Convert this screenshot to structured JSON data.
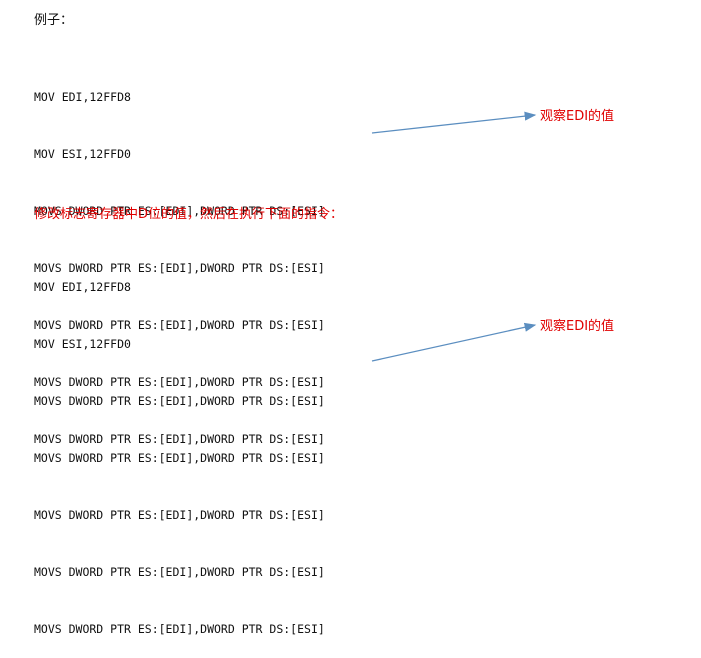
{
  "heading": "例子：",
  "block1": {
    "lines": [
      "MOV EDI,12FFD8",
      "MOV ESI,12FFD0",
      "MOVS DWORD PTR ES:[EDI],DWORD PTR DS:[ESI]",
      "MOVS DWORD PTR ES:[EDI],DWORD PTR DS:[ESI]",
      "MOVS DWORD PTR ES:[EDI],DWORD PTR DS:[ESI]",
      "MOVS DWORD PTR ES:[EDI],DWORD PTR DS:[ESI]",
      "MOVS DWORD PTR ES:[EDI],DWORD PTR DS:[ESI]"
    ],
    "annotation": "观察EDI的值"
  },
  "instruction": "修改标志寄存器中D位的值，然后在执行下面的指令：",
  "block2": {
    "lines": [
      "MOV EDI,12FFD8",
      "MOV ESI,12FFD0",
      "MOVS DWORD PTR ES:[EDI],DWORD PTR DS:[ESI]",
      "MOVS DWORD PTR ES:[EDI],DWORD PTR DS:[ESI]",
      "MOVS DWORD PTR ES:[EDI],DWORD PTR DS:[ESI]",
      "MOVS DWORD PTR ES:[EDI],DWORD PTR DS:[ESI]",
      "MOVS DWORD PTR ES:[EDI],DWORD PTR DS:[ESI]"
    ],
    "annotation": "观察EDI的值"
  },
  "colors": {
    "text": "#111111",
    "annotation": "#e00000",
    "arrow": "#5b8ec0"
  }
}
